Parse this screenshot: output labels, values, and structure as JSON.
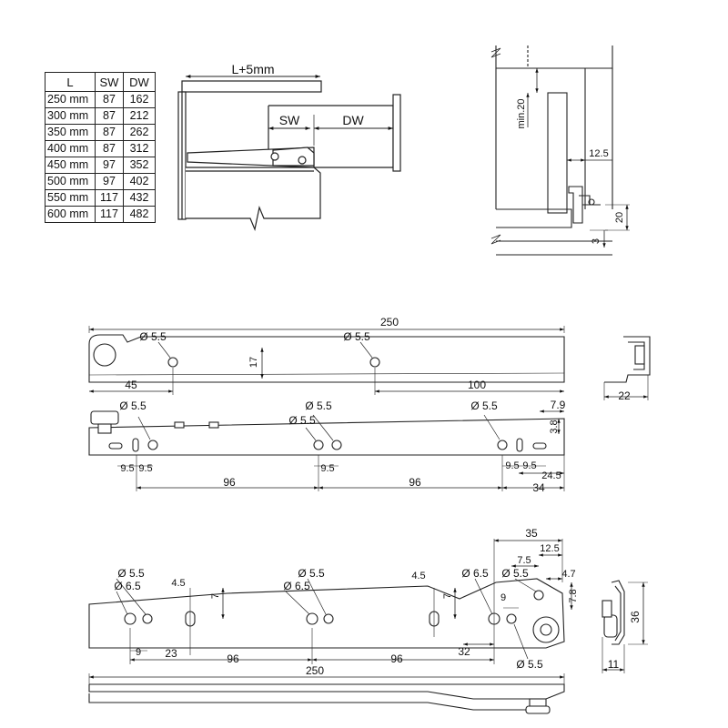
{
  "size_table": {
    "headers": [
      "L",
      "SW",
      "DW"
    ],
    "rows": [
      [
        "250 mm",
        "87",
        "162"
      ],
      [
        "300 mm",
        "87",
        "212"
      ],
      [
        "350 mm",
        "87",
        "262"
      ],
      [
        "400 mm",
        "87",
        "312"
      ],
      [
        "450 mm",
        "97",
        "352"
      ],
      [
        "500 mm",
        "97",
        "402"
      ],
      [
        "550 mm",
        "117",
        "432"
      ],
      [
        "600 mm",
        "117",
        "482"
      ]
    ]
  },
  "assembly_view": {
    "length_label": "L+5mm",
    "sw_label": "SW",
    "dw_label": "DW"
  },
  "section_view": {
    "min_label": "min.20",
    "dim_12_5": "12.5",
    "dim_20": "20",
    "dim_3": "3"
  },
  "cabinet_rail": {
    "side_view": {
      "overall": "250",
      "hole_a": "Ø 5.5",
      "hole_b": "Ø 5.5",
      "height": "17",
      "left_offset": "45",
      "right_offset": "100"
    },
    "profile": {
      "width": "22"
    },
    "bottom_view": {
      "hole_left": "Ø 5.5",
      "hole_mid": "Ø 5.5",
      "hole_mid2": "Ø 5.5",
      "hole_right": "Ø 5.5",
      "d_7_9": "7.9",
      "d_3_8": "3.8",
      "d_9_5_a": "9.5",
      "d_9_5_b": "9.5",
      "d_9_5_c": "9.5",
      "d_9_5_d": "9.5",
      "d_9_5_e": "9.5",
      "d_24_5": "24.5",
      "d_96_a": "96",
      "d_96_b": "96",
      "d_34": "34"
    }
  },
  "drawer_rail": {
    "side_view": {
      "hole_55_left": "Ø 5.5",
      "hole_65_left": "Ø 6.5",
      "hole_55_mid": "Ø 5.5",
      "hole_65_mid": "Ø 6.5",
      "hole_65_right": "Ø 6.5",
      "hole_55_right": "Ø 5.5",
      "hole_55_bottom": "Ø 5.5",
      "d_4_5_a": "4.5",
      "d_4_5_b": "4.5",
      "d_7_a": "7",
      "d_7_b": "7",
      "d_9_a": "9",
      "d_9_b": "9",
      "d_23": "23",
      "d_96_a": "96",
      "d_96_b": "96",
      "d_32": "32",
      "d_35": "35",
      "d_12_5": "12.5",
      "d_7_5": "7.5",
      "d_4_7": "4.7",
      "d_7_8": "7.8"
    },
    "profile": {
      "height": "36",
      "width": "11"
    },
    "bottom_view": {
      "overall": "250"
    }
  }
}
